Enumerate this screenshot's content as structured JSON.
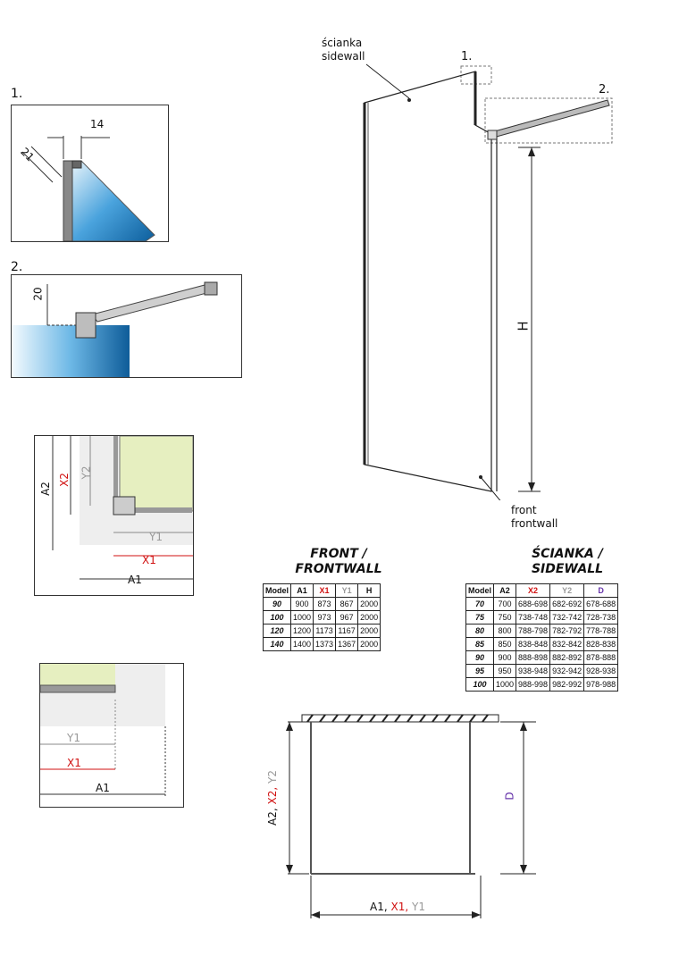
{
  "labels": {
    "sidewall_pl": "ścianka",
    "sidewall_en": "sidewall",
    "front_pl": "front",
    "front_en": "frontwall",
    "detail1": "1.",
    "detail2": "2.",
    "height": "H",
    "dim14": "14",
    "dim21": "21",
    "dim20": "20",
    "a1": "A1",
    "x1": "X1",
    "y1": "Y1",
    "a2": "A2",
    "x2": "X2",
    "y2": "Y2",
    "d": "D",
    "plan_a1": "A1,",
    "plan_x1": "X1,",
    "plan_y1": "Y1",
    "plan_a2": "A2,",
    "plan_x2": "X2,",
    "plan_y2": "Y2"
  },
  "front_table": {
    "title1": "FRONT /",
    "title2": "FRONTWALL",
    "headers": [
      "Model",
      "A1",
      "X1",
      "Y1",
      "H"
    ],
    "rows": [
      [
        "90",
        "900",
        "873",
        "867",
        "2000"
      ],
      [
        "100",
        "1000",
        "973",
        "967",
        "2000"
      ],
      [
        "120",
        "1200",
        "1173",
        "1167",
        "2000"
      ],
      [
        "140",
        "1400",
        "1373",
        "1367",
        "2000"
      ]
    ]
  },
  "side_table": {
    "title1": "ŚCIANKA /",
    "title2": "SIDEWALL",
    "headers": [
      "Model",
      "A2",
      "X2",
      "Y2",
      "D"
    ],
    "rows": [
      [
        "70",
        "700",
        "688-698",
        "682-692",
        "678-688"
      ],
      [
        "75",
        "750",
        "738-748",
        "732-742",
        "728-738"
      ],
      [
        "80",
        "800",
        "788-798",
        "782-792",
        "778-788"
      ],
      [
        "85",
        "850",
        "838-848",
        "832-842",
        "828-838"
      ],
      [
        "90",
        "900",
        "888-898",
        "882-892",
        "878-888"
      ],
      [
        "95",
        "950",
        "938-948",
        "932-942",
        "928-938"
      ],
      [
        "100",
        "1000",
        "988-998",
        "982-992",
        "978-988"
      ]
    ]
  },
  "colors": {
    "x_dim": "#d01010",
    "y_dim": "#999999",
    "d_dim": "#6633aa",
    "glass_blue": "#1a7fc4",
    "panel_green": "#e6efc0"
  }
}
